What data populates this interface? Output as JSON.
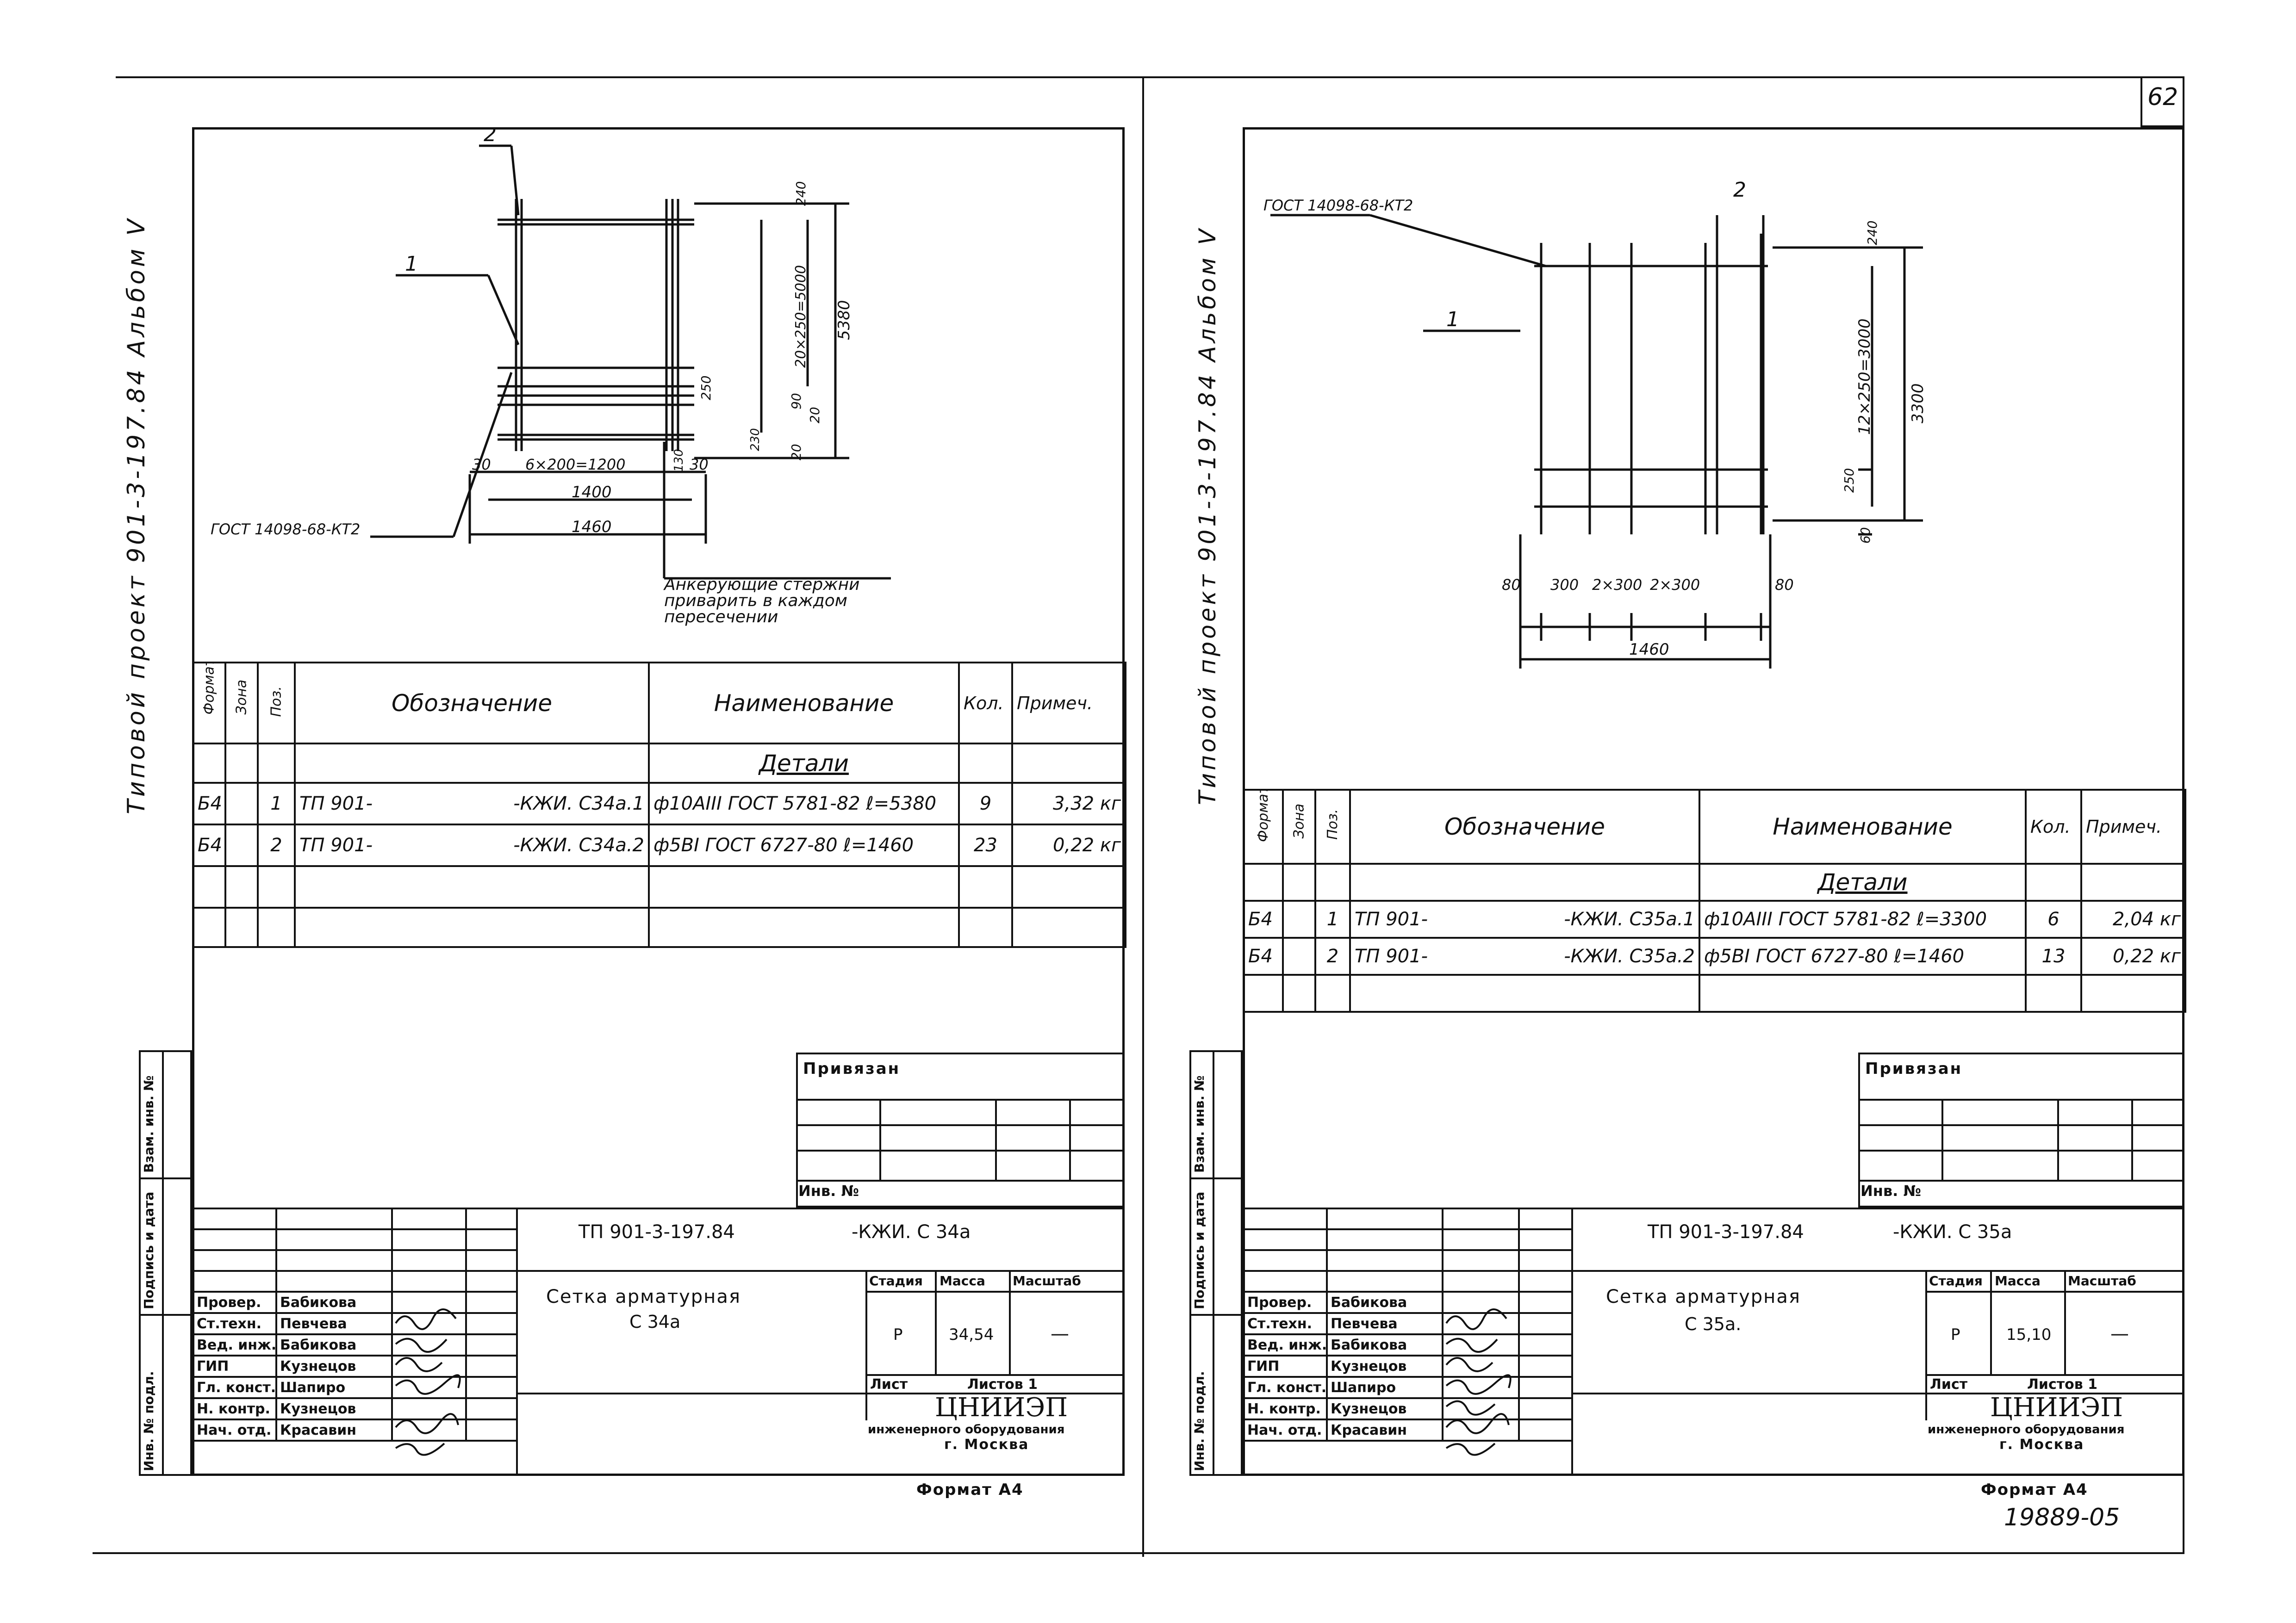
{
  "page_number": "62",
  "stamp_number": "19889-05",
  "left": {
    "side_label": "Типовой проект 901-3-197.84 Альбом V",
    "gost_callout": "ГОСТ 14098-68-КТ2",
    "pos_labels": [
      "1",
      "2"
    ],
    "dims": {
      "spacing_h": "6×200=1200",
      "d30a": "30",
      "d30b": "30",
      "d1400": "1400",
      "d1460": "1460",
      "spacing_v": "20×250=5000",
      "d5380": "5380",
      "d240": "240",
      "d250": "250",
      "d20a": "20",
      "d20b": "20",
      "d90": "90",
      "d130": "130",
      "d230": "230"
    },
    "anchor_note": [
      "Анкерующие стержни",
      "приварить в каждом",
      "пересечении"
    ],
    "spec": {
      "headers": {
        "format": "Формат",
        "zone": "Зона",
        "pos": "Поз.",
        "designation": "Обозначение",
        "name": "Наименование",
        "qty": "Кол.",
        "note": "Примеч."
      },
      "section": "Детали",
      "rows": [
        {
          "format": "Б4",
          "pos": "1",
          "des_a": "ТП 901-",
          "des_b": "-КЖИ. С34а.1",
          "name": "ф10АIII ГОСТ 5781-82 ℓ=5380",
          "qty": "9",
          "note": "3,32 кг"
        },
        {
          "format": "Б4",
          "pos": "2",
          "des_a": "ТП 901-",
          "des_b": "-КЖИ. С34а.2",
          "name": "ф5ВI ГОСТ 6727-80 ℓ=1460",
          "qty": "23",
          "note": "0,22 кг"
        }
      ]
    },
    "privyazan": "Привязан",
    "inv_no": "Инв. №",
    "side_cols": [
      "Инв. № подл.",
      "Подпись и дата",
      "Взам. инв. №"
    ],
    "doc_code": "ТП 901-3-197.84",
    "doc_suffix": "-КЖИ. С 34а",
    "title": "Сетка арматурная",
    "title2": "С 34а",
    "stage_label": "Стадия",
    "mass_label": "Масса",
    "scale_label": "Масштаб",
    "stage": "Р",
    "mass": "34,54",
    "scale": "—",
    "sheet": "Лист",
    "sheets": "Листов 1",
    "org": "ЦНИИЭП",
    "org2": "инженерного оборудования",
    "city": "г. Москва",
    "format": "Формат А4",
    "staff": [
      {
        "role": "Провер.",
        "name": "Бабикова"
      },
      {
        "role": "Ст.техн.",
        "name": "Певчева"
      },
      {
        "role": "Вед. инж.",
        "name": "Бабикова"
      },
      {
        "role": "ГИП",
        "name": "Кузнецов"
      },
      {
        "role": "Гл. конст.",
        "name": "Шапиро"
      },
      {
        "role": "Н. контр.",
        "name": "Кузнецов"
      },
      {
        "role": "Нач. отд.",
        "name": "Красавин"
      }
    ]
  },
  "right": {
    "side_label": "Типовой проект 901-3-197.84 Альбом V",
    "gost_callout": "ГОСТ 14098-68-КТ2",
    "pos_labels": [
      "1",
      "2"
    ],
    "dims": {
      "d80a": "80",
      "d300a": "300",
      "d2x300": "2×300",
      "d2x300b": "2×300",
      "d80b": "80",
      "d1460": "1460",
      "spacing_v": "12×250=3000",
      "d3300": "3300",
      "d240": "240",
      "d250": "250",
      "d60": "60"
    },
    "spec": {
      "headers": {
        "format": "Формат",
        "zone": "Зона",
        "pos": "Поз.",
        "designation": "Обозначение",
        "name": "Наименование",
        "qty": "Кол.",
        "note": "Примеч."
      },
      "section": "Детали",
      "rows": [
        {
          "format": "Б4",
          "pos": "1",
          "des_a": "ТП 901-",
          "des_b": "-КЖИ. С35а.1",
          "name": "ф10АIII ГОСТ 5781-82 ℓ=3300",
          "qty": "6",
          "note": "2,04 кг"
        },
        {
          "format": "Б4",
          "pos": "2",
          "des_a": "ТП 901-",
          "des_b": "-КЖИ. С35а.2",
          "name": "ф5ВI ГОСТ 6727-80 ℓ=1460",
          "qty": "13",
          "note": "0,22 кг"
        }
      ]
    },
    "privyazan": "Привязан",
    "inv_no": "Инв. №",
    "side_cols": [
      "Инв. № подл.",
      "Подпись и дата",
      "Взам. инв. №"
    ],
    "doc_code": "ТП 901-3-197.84",
    "doc_suffix": "-КЖИ. С 35а",
    "title": "Сетка арматурная",
    "title2": "С 35а.",
    "stage_label": "Стадия",
    "mass_label": "Масса",
    "scale_label": "Масштаб",
    "stage": "Р",
    "mass": "15,10",
    "scale": "—",
    "sheet": "Лист",
    "sheets": "Листов 1",
    "org": "ЦНИИЭП",
    "org2": "инженерного оборудования",
    "city": "г. Москва",
    "format": "Формат А4",
    "staff": [
      {
        "role": "Провер.",
        "name": "Бабикова"
      },
      {
        "role": "Ст.техн.",
        "name": "Певчева"
      },
      {
        "role": "Вед. инж.",
        "name": "Бабикова"
      },
      {
        "role": "ГИП",
        "name": "Кузнецов"
      },
      {
        "role": "Гл. конст.",
        "name": "Шапиро"
      },
      {
        "role": "Н. контр.",
        "name": "Кузнецов"
      },
      {
        "role": "Нач. отд.",
        "name": "Красавин"
      }
    ]
  }
}
